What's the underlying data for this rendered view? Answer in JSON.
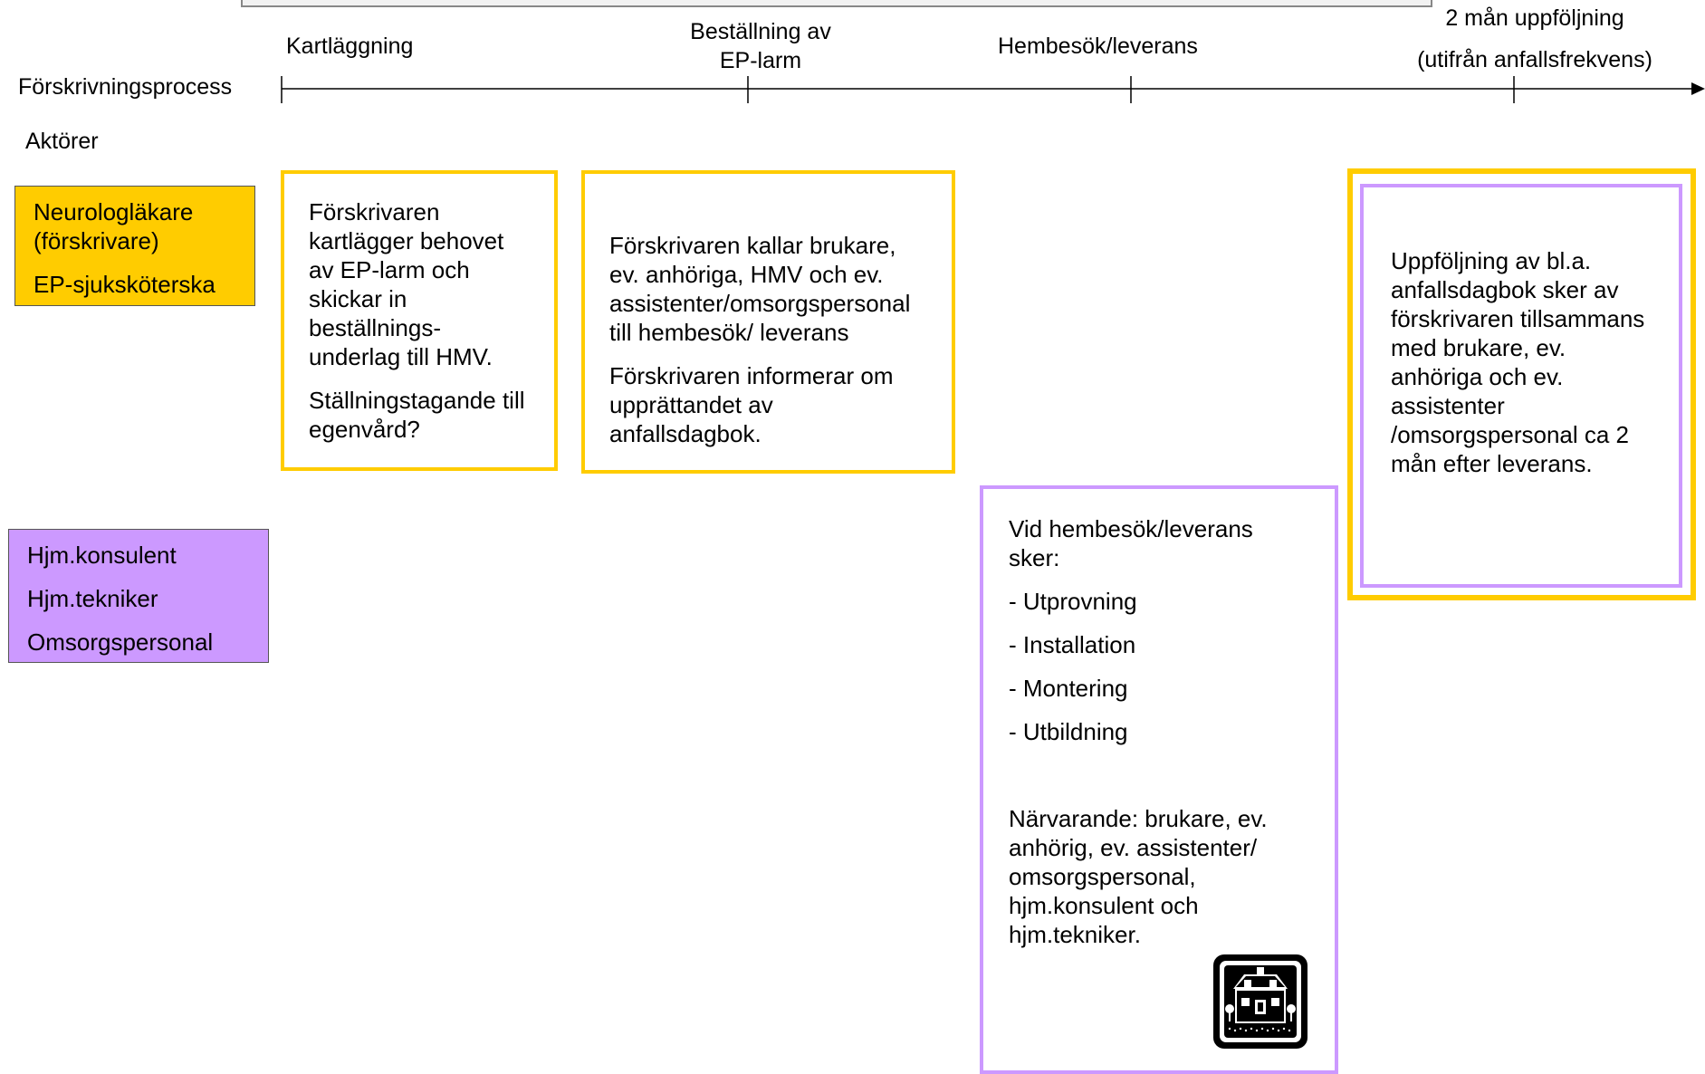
{
  "colors": {
    "yellow": "#FFCC00",
    "purple": "#CC99FF",
    "purple_border": "#CC99FF",
    "axis": "#000000"
  },
  "process": {
    "label": "Förskrivningsprocess",
    "actors_label": "Aktörer",
    "milestones": [
      {
        "lines": [
          "Kartläggning"
        ]
      },
      {
        "lines": [
          "Beställning av",
          "EP-larm"
        ]
      },
      {
        "lines": [
          "Hembesök/leverans"
        ]
      },
      {
        "lines": [
          "2 mån uppföljning",
          "(utifrån anfallsfrekvens)"
        ]
      }
    ]
  },
  "actors": {
    "yellow_group": [
      "Neurologläkare",
      "(förskrivare)",
      "EP-sjuksköterska"
    ],
    "purple_group": [
      "Hjm.konsulent",
      "Hjm.tekniker",
      "Omsorgspersonal"
    ]
  },
  "steps": {
    "kartlaggning": {
      "para1": [
        "Förskrivaren",
        "kartlägger behovet",
        "av EP-larm och",
        "skickar in",
        "beställnings-",
        "underlag till HMV."
      ],
      "para2": [
        "Ställningstagande till",
        "egenvård?"
      ]
    },
    "bestallning": {
      "para1": [
        "Förskrivaren kallar brukare,",
        "ev. anhöriga, HMV och ev.",
        "assistenter/omsorgspersonal",
        "till hembesök/ leverans"
      ],
      "para2": [
        "Förskrivaren informerar om",
        "upprättandet av",
        "anfallsdagbok."
      ]
    },
    "hembesok": {
      "intro": [
        "Vid hembesök/leverans",
        "sker:"
      ],
      "items": [
        "- Utprovning",
        "- Installation",
        "- Montering",
        "- Utbildning"
      ],
      "present": [
        "Närvarande: brukare, ev.",
        "anhörig, ev. assistenter/",
        "omsorgspersonal,",
        "hjm.konsulent och",
        "hjm.tekniker."
      ],
      "icon": "house-icon"
    },
    "uppfoljning": {
      "para1": [
        "Uppföljning av bl.a.",
        "anfallsdagbok sker av",
        "förskrivaren tillsammans",
        "med brukare, ev.",
        "anhöriga och ev.",
        "assistenter",
        "/omsorgspersonal ca 2",
        "mån efter leverans."
      ]
    }
  }
}
